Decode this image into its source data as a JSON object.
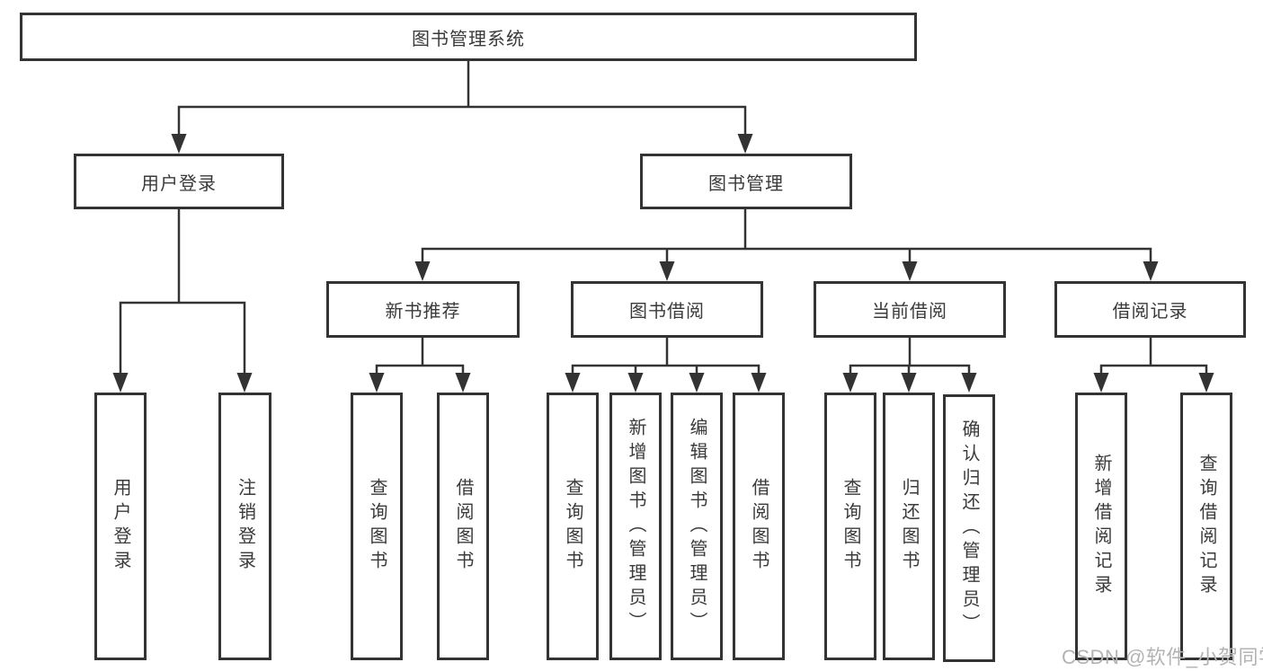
{
  "diagram": {
    "title": "图书管理系统",
    "watermark": "CSDN @软件_小贺同学",
    "colors": {
      "border": "#333333",
      "line": "#333333",
      "text": "#3a3a3a",
      "background": "#ffffff",
      "watermark": "#b3b3b3"
    },
    "tree": {
      "label": "图书管理系统",
      "children": [
        {
          "label": "用户登录",
          "children": [
            {
              "label": "用户登录"
            },
            {
              "label": "注销登录"
            }
          ]
        },
        {
          "label": "图书管理",
          "children": [
            {
              "label": "新书推荐",
              "children": [
                {
                  "label": "查询图书"
                },
                {
                  "label": "借阅图书"
                }
              ]
            },
            {
              "label": "图书借阅",
              "children": [
                {
                  "label": "查询图书"
                },
                {
                  "label": "新增图书（管理员）"
                },
                {
                  "label": "编辑图书（管理员）"
                },
                {
                  "label": "借阅图书"
                }
              ]
            },
            {
              "label": "当前借阅",
              "children": [
                {
                  "label": "查询图书"
                },
                {
                  "label": "归还图书"
                },
                {
                  "label": "确认归还（管理员）"
                }
              ]
            },
            {
              "label": "借阅记录",
              "children": [
                {
                  "label": "新增借阅记录"
                },
                {
                  "label": "查询借阅记录"
                }
              ]
            }
          ]
        }
      ]
    }
  }
}
